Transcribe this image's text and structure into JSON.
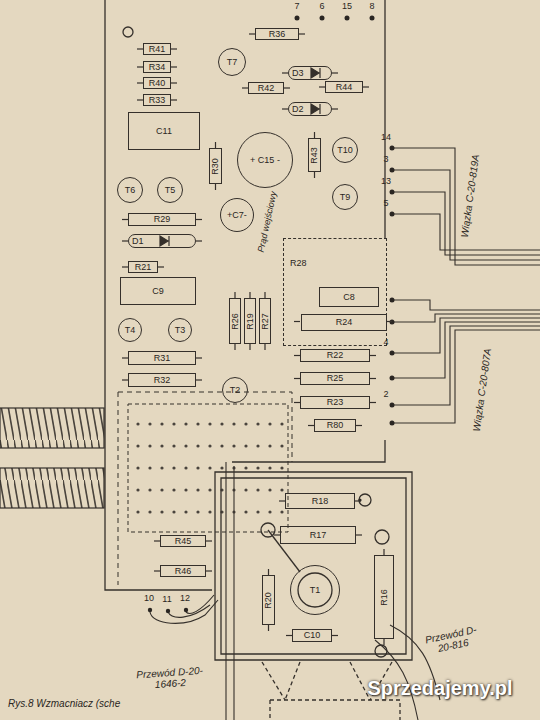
{
  "diagram": {
    "caption": "Rys.8 Wzmacniacz (sche",
    "nodes": [
      {
        "text": [
          "R36"
        ]
      },
      {
        "text": [
          "T7"
        ]
      },
      {
        "text": [
          "R41"
        ]
      },
      {
        "text": [
          "R34"
        ]
      },
      {
        "text": [
          "R40"
        ]
      },
      {
        "text": [
          "R33"
        ]
      },
      {
        "text": [
          "D3"
        ]
      },
      {
        "text": [
          "R42"
        ]
      },
      {
        "text": [
          "R44"
        ]
      },
      {
        "text": [
          "D2"
        ]
      },
      {
        "text": [
          "C11"
        ]
      },
      {
        "text": [
          "R30"
        ]
      },
      {
        "text": [
          "+ C15 -"
        ]
      },
      {
        "text": [
          "R43"
        ]
      },
      {
        "text": [
          "T10"
        ]
      },
      {
        "text": [
          "T6"
        ]
      },
      {
        "text": [
          "T5"
        ]
      },
      {
        "text": [
          "T9"
        ]
      },
      {
        "text": [
          "+C7-"
        ]
      },
      {
        "text": [
          "R29"
        ]
      },
      {
        "text": [
          "D1"
        ]
      },
      {
        "text": [
          "R28"
        ]
      },
      {
        "text": [
          "R21"
        ]
      },
      {
        "text": [
          "C9"
        ]
      },
      {
        "text": [
          "C8"
        ],
        "in": 21
      },
      {
        "text": [
          "R24"
        ],
        "in": 21
      },
      {
        "text": [
          "R26"
        ]
      },
      {
        "text": [
          "R19"
        ]
      },
      {
        "text": [
          "R27"
        ]
      },
      {
        "text": [
          "T4"
        ]
      },
      {
        "text": [
          "T3"
        ]
      },
      {
        "text": [
          "R31"
        ]
      },
      {
        "text": [
          "R22"
        ]
      },
      {
        "text": [
          "R32"
        ]
      },
      {
        "text": [
          "R25"
        ]
      },
      {
        "text": [
          "T2"
        ]
      },
      {
        "text": [
          "R23"
        ]
      },
      {
        "text": [
          "R80"
        ]
      },
      {
        "text": [
          "R18"
        ]
      },
      {
        "text": [
          "R17"
        ]
      },
      {
        "text": [
          "R45"
        ]
      },
      {
        "text": [
          "T1"
        ]
      },
      {
        "text": [
          "R46"
        ]
      },
      {
        "text": [
          "R16"
        ]
      },
      {
        "text": [
          "R20"
        ]
      },
      {
        "text": [
          "C10"
        ]
      }
    ],
    "labels": [
      "7",
      "6",
      "15",
      "8",
      "14",
      "3",
      "13",
      "5",
      "Prąd wejściowy",
      "Wiązka C-20-819A",
      "4",
      "2",
      "Wiązka C-20-807A",
      "10",
      "11",
      "12",
      "Przewód D-20-816",
      "Przewód D-20-1646-2",
      "Sprzedajemy.pl"
    ]
  }
}
